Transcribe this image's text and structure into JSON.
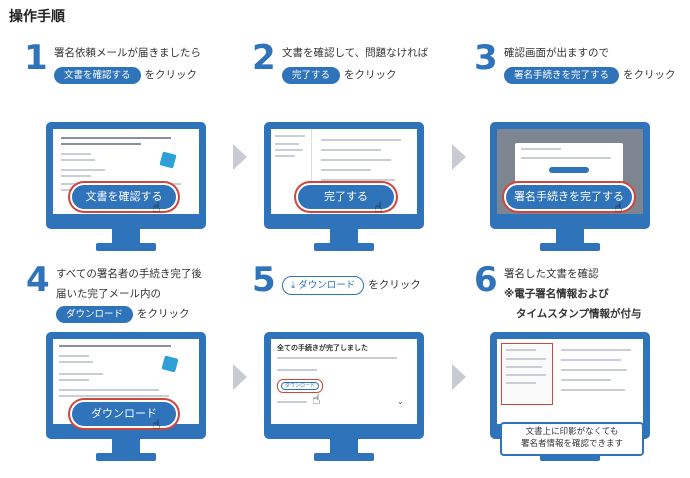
{
  "page_title": "操作手順",
  "steps": [
    {
      "number": "1",
      "line1": "署名依頼メールが届きましたら",
      "pill": "文書を確認する",
      "after_pill": "をクリック",
      "screen_button": "文書を確認する"
    },
    {
      "number": "2",
      "line1": "文書を確認して、問題なければ",
      "pill": "完了する",
      "after_pill": "をクリック",
      "screen_button": "完了する"
    },
    {
      "number": "3",
      "line1": "確認画面が出ますので",
      "pill": "署名手続きを完了する",
      "after_pill": "をクリック",
      "screen_button": "署名手続きを完了する"
    },
    {
      "number": "4",
      "line1": "すべての署名者の手続き完了後",
      "line2": "届いた完了メール内の",
      "pill": "ダウンロード",
      "after_pill": "をクリック",
      "screen_button": "ダウンロード"
    },
    {
      "number": "5",
      "pill": "ダウンロード",
      "after_pill": "をクリック",
      "screen_title": "全ての手続きが完了しました",
      "screen_button": "ダウンロード"
    },
    {
      "number": "6",
      "line1": "署名した文書を確認",
      "line2": "※電子署名情報および",
      "line3": "タイムスタンプ情報が付与",
      "callout_line1": "文書上に印影がなくても",
      "callout_line2": "署名者情報を確認できます"
    }
  ],
  "colors": {
    "accent": "#2f73ba",
    "highlight": "#d0463c",
    "arrow": "#c8ccd2"
  }
}
